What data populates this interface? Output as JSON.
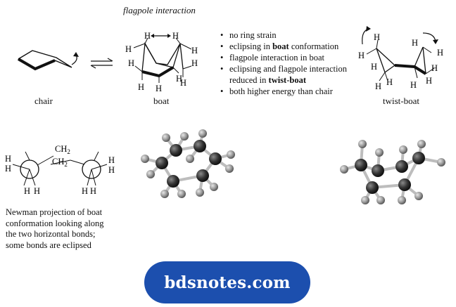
{
  "top": {
    "flagpole_label": "flagpole interaction",
    "chair_label": "chair",
    "boat_label": "boat",
    "twist_boat_label": "twist-boat"
  },
  "bullets": [
    {
      "pre": "no ring strain",
      "bold": "",
      "post": ""
    },
    {
      "pre": "eclipsing in ",
      "bold": "boat",
      "post": " conformation"
    },
    {
      "pre": "flagpole interaction in boat",
      "bold": "",
      "post": ""
    },
    {
      "pre": "eclipsing and flagpole interaction",
      "bold": "",
      "post": ""
    },
    {
      "pre": "reduced in ",
      "bold": "twist-boat",
      "post": ""
    },
    {
      "pre": "both higher energy than chair",
      "bold": "",
      "post": ""
    }
  ],
  "atoms": {
    "h": "H",
    "ch2": "CH",
    "sub2": "2"
  },
  "newman_caption": [
    "Newman projection of boat",
    "conformation looking along",
    "the two horizontal bonds;",
    "some bonds are eclipsed"
  ],
  "brand": {
    "text": "bdsnotes.com",
    "color": "#1c4fae"
  }
}
